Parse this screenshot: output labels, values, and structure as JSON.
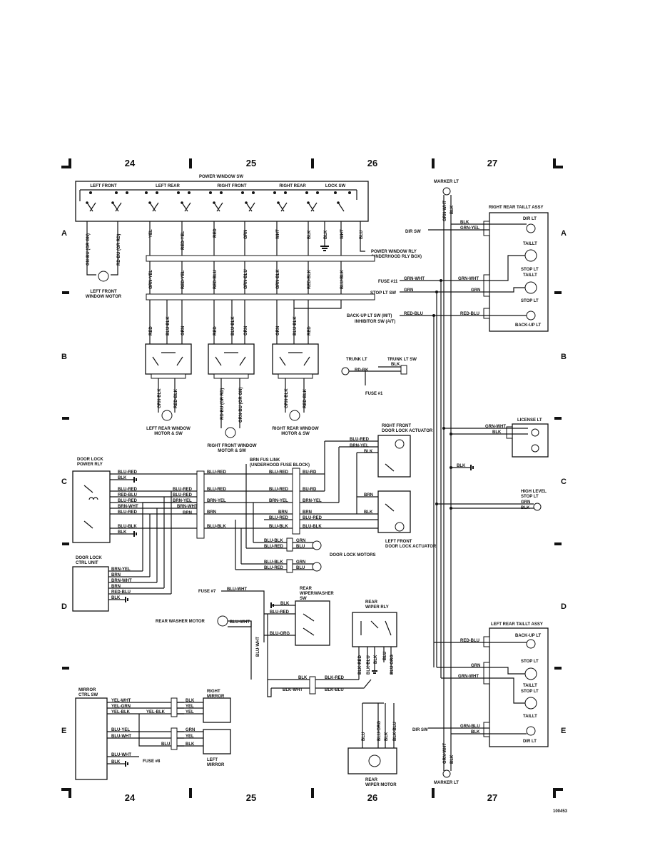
{
  "grid": {
    "columns": [
      "24",
      "25",
      "26",
      "27"
    ],
    "rows": [
      "A",
      "B",
      "C",
      "D",
      "E"
    ],
    "page_code": "100453"
  },
  "power_window": {
    "title": "POWER WINDOW SW",
    "sections": [
      "LEFT FRONT",
      "LEFT REAR",
      "RIGHT FRONT",
      "RIGHT REAR",
      "LOCK SW"
    ],
    "top_wires": [
      "GN-BU (OR GN)",
      "RD-BU (OR RD)",
      "YEL",
      "RED-YEL",
      "RED",
      "GRN",
      "WHT",
      "BLK",
      "BLK",
      "WHT",
      "BLU"
    ],
    "mid_wires": [
      "GRN-YEL",
      "RED-YEL",
      "RED-BLU",
      "GRN-BLU",
      "GRN-BLK",
      "RED-BLK",
      "BLU-BLK"
    ],
    "lower_wires": [
      "RED",
      "BLU-BLK",
      "GRN",
      "RED",
      "BLU-BLK",
      "GRN",
      "GRN",
      "BLU-BLK",
      "RED"
    ],
    "motor_wires": [
      "GRN-BLK",
      "RED-BLK",
      "RD-BU (OR RD)",
      "GRN-BU (OR GN)",
      "GRN-BLK",
      "RED-BLK"
    ],
    "relay_label": "POWER WINDOW RLY\n(UNDERHOOD RLY BOX)",
    "lf_motor": "LEFT FRONT\nWINDOW MOTOR",
    "lr_motor": "LEFT REAR WINDOW\nMOTOR & SW",
    "rf_motor": "RIGHT FRONT WINDOW\nMOTOR & SW",
    "rr_motor": "RIGHT REAR WINDOW\nMOTOR & SW"
  },
  "trunk": {
    "lt": "TRUNK LT",
    "sw": "TRUNK LT SW",
    "wire1": "BLK",
    "wire2": "RD-BK",
    "fuse": "FUSE #1"
  },
  "door_lock": {
    "relay_title": "DOOR LOCK\nPOWER RLY",
    "relay_wires": [
      "BLU-RED",
      "BLK",
      "BLU-RED",
      "RED-BLU",
      "BLU-RED",
      "BRN-WHT",
      "BLU-RED",
      "BLU-BLK",
      "BLK"
    ],
    "relay_right_wires": [
      "BLU-RED",
      "BLU-RED",
      "BRN-YEL",
      "BRN-WHT",
      "BRN",
      "BLU-BLK"
    ],
    "harness_wires": [
      "BLU-RED",
      "BLU-RED",
      "BRN-YEL",
      "BRN",
      "BLU-BLK"
    ],
    "fuse_link": "BRN FUS LINK\n(UNDERHOOD FUSE BLOCK)",
    "actuator_rf": "RIGHT FRONT\nDOOR LOCK ACTUATOR",
    "actuator_lf": "LEFT FRONT\nDOOR LOCK ACTUATOR",
    "rf_wires": [
      "BLU-RED",
      "BRN-YEL",
      "BLK"
    ],
    "lf_wires": [
      "BRN",
      "BLK"
    ],
    "mid_col_a": [
      "BLU-RED",
      "BLU-RED",
      "BRN-YEL",
      "BRN",
      "BLU-RED",
      "BLU-BLK"
    ],
    "mid_col_b": [
      "BU-RD",
      "BU-RD",
      "BRN-YEL",
      "BRN",
      "BLU-RED",
      "BLU-BLK"
    ],
    "motors": [
      "BLU-BLK",
      "BLU-RED",
      "BLU-BLK",
      "BLU-RED"
    ],
    "motors_right": [
      "GRN",
      "BLU",
      "GRN",
      "BLU"
    ],
    "motors_label": "DOOR LOCK MOTORS",
    "ctrl_title": "DOOR LOCK\nCTRL UNIT",
    "ctrl_wires": [
      "BRN-YEL",
      "BRN",
      "BRN-WHT",
      "BRN",
      "RED-BLU",
      "BLK"
    ]
  },
  "wiper": {
    "fuse": "FUSE #7",
    "fuse_wire": "BLU-WHT",
    "sw_title": "REAR\nWIPER/WASHER\nSW",
    "sw_wires": [
      "BLK",
      "BLU-RED",
      "BLU-ORG"
    ],
    "washer_motor": "REAR WASHER MOTOR",
    "washer_wire": "BLU-WHT",
    "vert_wire": "BLU-WHT",
    "rly_title": "REAR\nWIPER RLY",
    "rly_wires": [
      "BLK-RED",
      "BLK-BLU",
      "BLK",
      "BLU",
      "BLU-ORG"
    ],
    "bottom_wires": [
      "BLK",
      "BLK-RED",
      "BLK-WHT",
      "BLK-BLU"
    ],
    "motor_wires": [
      "BLU",
      "BLU-ORG",
      "BLK",
      "BLK-BLU"
    ],
    "motor_title": "REAR\nWIPER MOTOR"
  },
  "mirror": {
    "ctrl_title": "MIRROR\nCTRL SW",
    "wires": [
      "YEL-WHT",
      "YEL-GRN",
      "YEL-BLK",
      "YEL-BLK",
      "BLU-YEL",
      "BLU-WHT",
      "BLU"
    ],
    "right_mirror": "RIGHT\nMIRROR",
    "right_wires": [
      "BLK",
      "YEL",
      "YEL"
    ],
    "left_mirror": "LEFT\nMIRROR",
    "left_wires": [
      "GRN",
      "YEL",
      "BLK"
    ],
    "fuse_wires": [
      "BLU-WHT",
      "BLK"
    ],
    "fuse": "FUSE #8"
  },
  "lights": {
    "marker_top": "MARKER LT",
    "marker_bottom": "MARKER LT",
    "marker_wires": [
      "GRN-WHT",
      "BLK",
      "GRN-WHT",
      "BLK"
    ],
    "rr_title": "RIGHT REAR TAILLT ASSY",
    "rr_items": [
      "DIR LT",
      "TAILLT",
      "STOP LT",
      "TAILLT",
      "STOP LT",
      "BACK-UP LT"
    ],
    "rr_wires": [
      "BLK",
      "GRN-YEL",
      "GRN-WHT",
      "GRN",
      "RED-BLU"
    ],
    "dir_sw": "DIR SW",
    "fuse11": "FUSE #11",
    "fuse11_wire": "GRN-WHT",
    "stop_sw": "STOP LT SW",
    "stop_wire": "GRN",
    "backup_sw": "BACK-UP LT SW (M/T)",
    "inhibitor_sw": "INHIBITOR SW (A/T)",
    "backup_wire": "RED-BLU",
    "license": "LICENSE LT",
    "license_wires": [
      "GRN-WHT",
      "BLK"
    ],
    "ground_wire": "BLK",
    "high_stop": "HIGH LEVEL\nSTOP LT",
    "high_stop_wires": [
      "GRN",
      "BLK"
    ],
    "lr_title": "LEFT REAR TAILLT ASSY",
    "lr_items": [
      "BACK-UP LT",
      "STOP LT",
      "TAILLT",
      "STOP LT",
      "TAILLT",
      "DIR LT"
    ],
    "lr_wires": [
      "RED-BLU",
      "GRN",
      "GRN-WHT",
      "GRN-BLU",
      "BLK"
    ],
    "dir_sw2": "DIR SW"
  }
}
